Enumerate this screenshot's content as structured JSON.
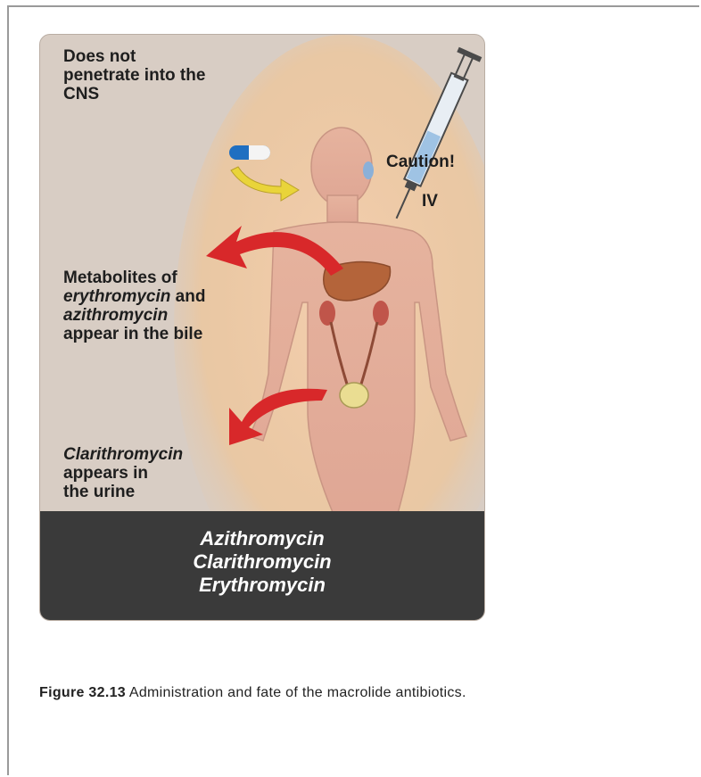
{
  "labels": {
    "cns": "Does not penetrate into the CNS",
    "caution": "Caution!",
    "iv": "IV",
    "metabolites_line1": "Metabolites of",
    "metabolites_drug1": "erythromycin",
    "metabolites_and": " and",
    "metabolites_drug2": "azithromycin",
    "metabolites_line4": "appear in the bile",
    "urine_drug": "Clarithromycin",
    "urine_line2": "appears in",
    "urine_line3": "the urine"
  },
  "drug_names": [
    "Azithromycin",
    "Clarithromycin",
    "Erythromycin"
  ],
  "caption": {
    "number": "Figure 32.13",
    "text": " Administration and fate of the macrolide antibiotics."
  },
  "colors": {
    "panel_background": "#d8cdc4",
    "body_skin": "#e9b8a3",
    "arrow_red": "#d8282a",
    "footer_dark": "#3a3a3a",
    "oral_arrow": "#e9d43a",
    "capsule_blue": "#1f6fc1"
  },
  "icons": [
    "capsule-icon",
    "syringe-icon",
    "liver-icon",
    "kidney-icon",
    "bladder-icon"
  ]
}
